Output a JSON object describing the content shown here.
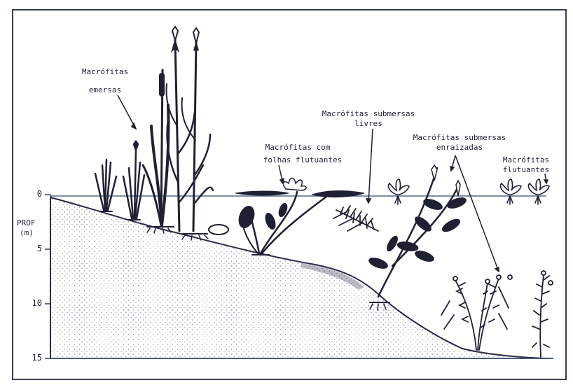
{
  "figure": {
    "axis_title_line1": "PROF",
    "axis_title_line2": "(m)",
    "depth_ticks": [
      "0",
      "5",
      "10",
      "15"
    ]
  },
  "labels": {
    "emersas_line1": "Macrófitas",
    "emersas_line2": "emersas",
    "folhas_line1": "Macrófitas com",
    "folhas_line2": "folhas flutuantes",
    "livres_line1": "Macrófitas submersas",
    "livres_line2": "livres",
    "enraizadas_line1": "Macrófitas submersas",
    "enraizadas_line2": "enraizadas",
    "flutuantes_line1": "Macrófitas",
    "flutuantes_line2": "flutuantes"
  },
  "colors": {
    "ink": "#1f2033",
    "frame": "#3a3c58",
    "water_line": "#56688c",
    "background": "#ffffff"
  }
}
